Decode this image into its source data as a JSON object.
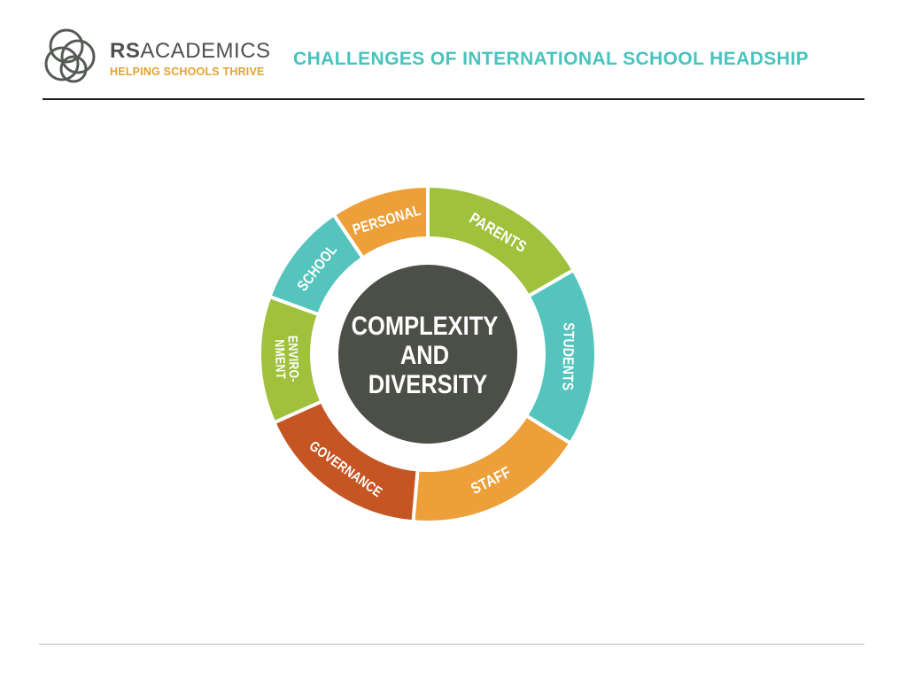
{
  "header": {
    "brand_bold": "RS",
    "brand_rest": "ACADEMICS",
    "tagline": "HELPING SCHOOLS THRIVE",
    "title": "CHALLENGES OF INTERNATIONAL SCHOOL HEADSHIP"
  },
  "diagram": {
    "center": {
      "lines": [
        "COMPLEXITY",
        "AND",
        "DIVERSITY"
      ],
      "color": "#4c4f47"
    },
    "segments": [
      {
        "id": "personal",
        "lines": [
          "PERSONAL"
        ],
        "color": "#eda03a"
      },
      {
        "id": "parents",
        "lines": [
          "PARENTS"
        ],
        "color": "#9fc13c"
      },
      {
        "id": "students",
        "lines": [
          "STUDENTS"
        ],
        "color": "#54c4bd"
      },
      {
        "id": "staff",
        "lines": [
          "STAFF"
        ],
        "color": "#eda03a"
      },
      {
        "id": "governance",
        "lines": [
          "GOVERNANCE"
        ],
        "color": "#c65524"
      },
      {
        "id": "environment",
        "lines": [
          "ENVIRO-",
          "NMENT"
        ],
        "color": "#9fc13c"
      },
      {
        "id": "school",
        "lines": [
          "SCHOOL"
        ],
        "color": "#54c4bd"
      }
    ]
  },
  "colors": {
    "title": "#48c3bd",
    "tagline": "#e6a12f",
    "brand": "#4f4f4f"
  }
}
